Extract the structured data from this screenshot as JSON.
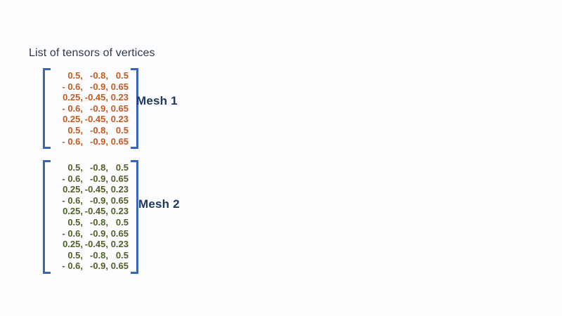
{
  "title": "List of tensors of vertices",
  "colors": {
    "background": "#fdfcfe",
    "title_text": "#2e3b55",
    "bracket_blue": "#3a66b5",
    "mesh_label_navy": "#1f3864",
    "mesh1_values_orange": "#c45b21",
    "mesh2_values_green": "#4f6228"
  },
  "meshes": [
    {
      "label": "Mesh 1",
      "value_color": "#c45b21",
      "rows": [
        [
          "0.5,",
          "-0.8,",
          "0.5"
        ],
        [
          "- 0.6,",
          "-0.9,",
          "0.65"
        ],
        [
          "0.25,",
          "-0.45,",
          "0.23"
        ],
        [
          "- 0.6,",
          "-0.9,",
          "0.65"
        ],
        [
          "0.25,",
          "-0.45,",
          "0.23"
        ],
        [
          "0.5,",
          "-0.8,",
          "0.5"
        ],
        [
          "- 0.6,",
          "-0.9,",
          "0.65"
        ]
      ]
    },
    {
      "label": "Mesh 2",
      "value_color": "#4f6228",
      "rows": [
        [
          "0.5,",
          "-0.8,",
          "0.5"
        ],
        [
          "- 0.6,",
          "-0.9,",
          "0.65"
        ],
        [
          "0.25,",
          "-0.45,",
          "0.23"
        ],
        [
          "- 0.6,",
          "-0.9,",
          "0.65"
        ],
        [
          "0.25,",
          "-0.45,",
          "0.23"
        ],
        [
          "0.5,",
          "-0.8,",
          "0.5"
        ],
        [
          "- 0.6,",
          "-0.9,",
          "0.65"
        ],
        [
          "0.25,",
          "-0.45,",
          "0.23"
        ],
        [
          "0.5,",
          "-0.8,",
          "0.5"
        ],
        [
          "- 0.6,",
          "-0.9,",
          "0.65"
        ]
      ]
    }
  ]
}
